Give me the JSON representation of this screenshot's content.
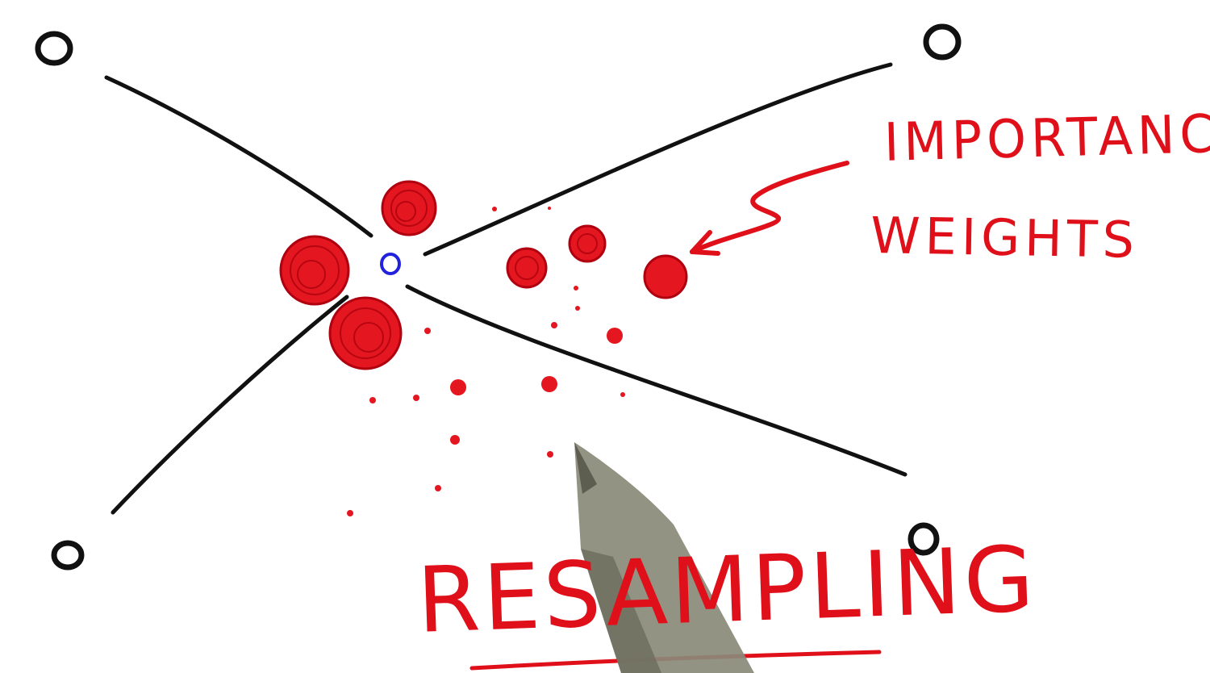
{
  "labels": {
    "importance": "IMPORTANCE",
    "weights": "WEIGHTS",
    "resampling": "RESAMPLING"
  },
  "colors": {
    "ink": "#111111",
    "red": "#e0101a",
    "robot": "#2222dd",
    "pen_body": "#8a8a78"
  }
}
